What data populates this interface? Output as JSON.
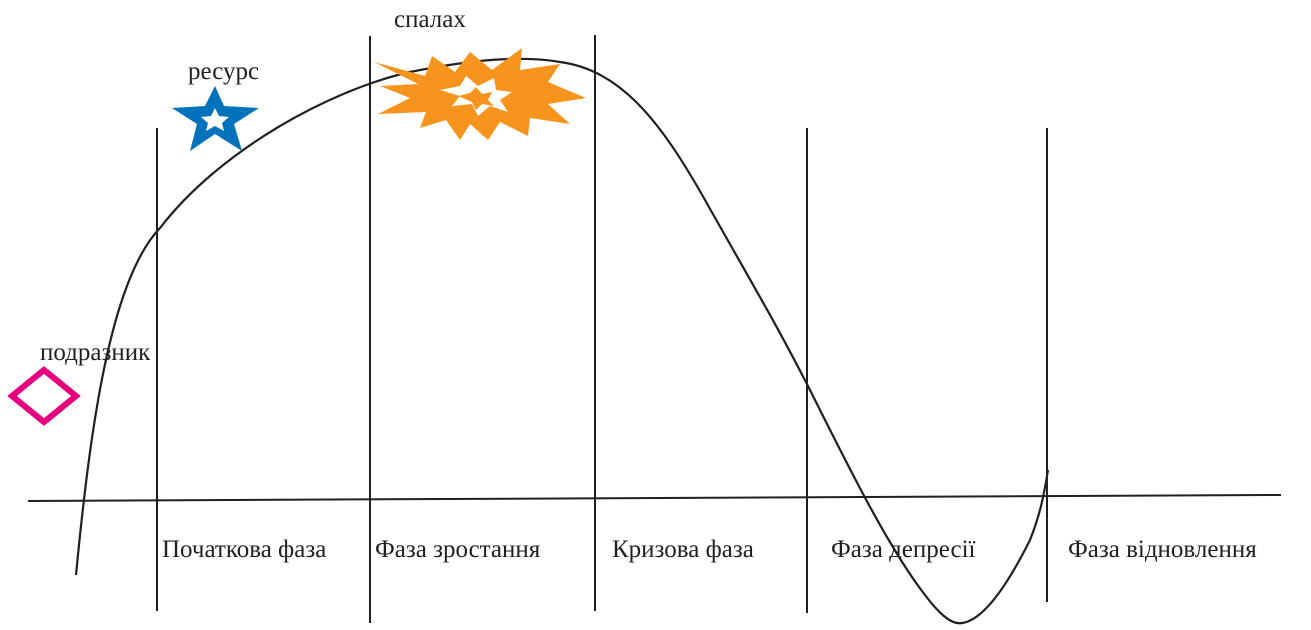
{
  "diagram": {
    "phases": [
      "Початкова фаза",
      "Фаза зростання",
      "Кризова фаза",
      "Фаза депресії",
      "Фаза відновлення"
    ],
    "markers": {
      "trigger": {
        "label": "подразник",
        "icon": "diamond-icon",
        "color": "#e6007e"
      },
      "resource": {
        "label": "ресурс",
        "icon": "star-icon",
        "color": "#0072bc"
      },
      "outbreak": {
        "label": "спалах",
        "icon": "burst-icon",
        "color": "#f7941d"
      }
    },
    "line_color": "#231f20"
  }
}
